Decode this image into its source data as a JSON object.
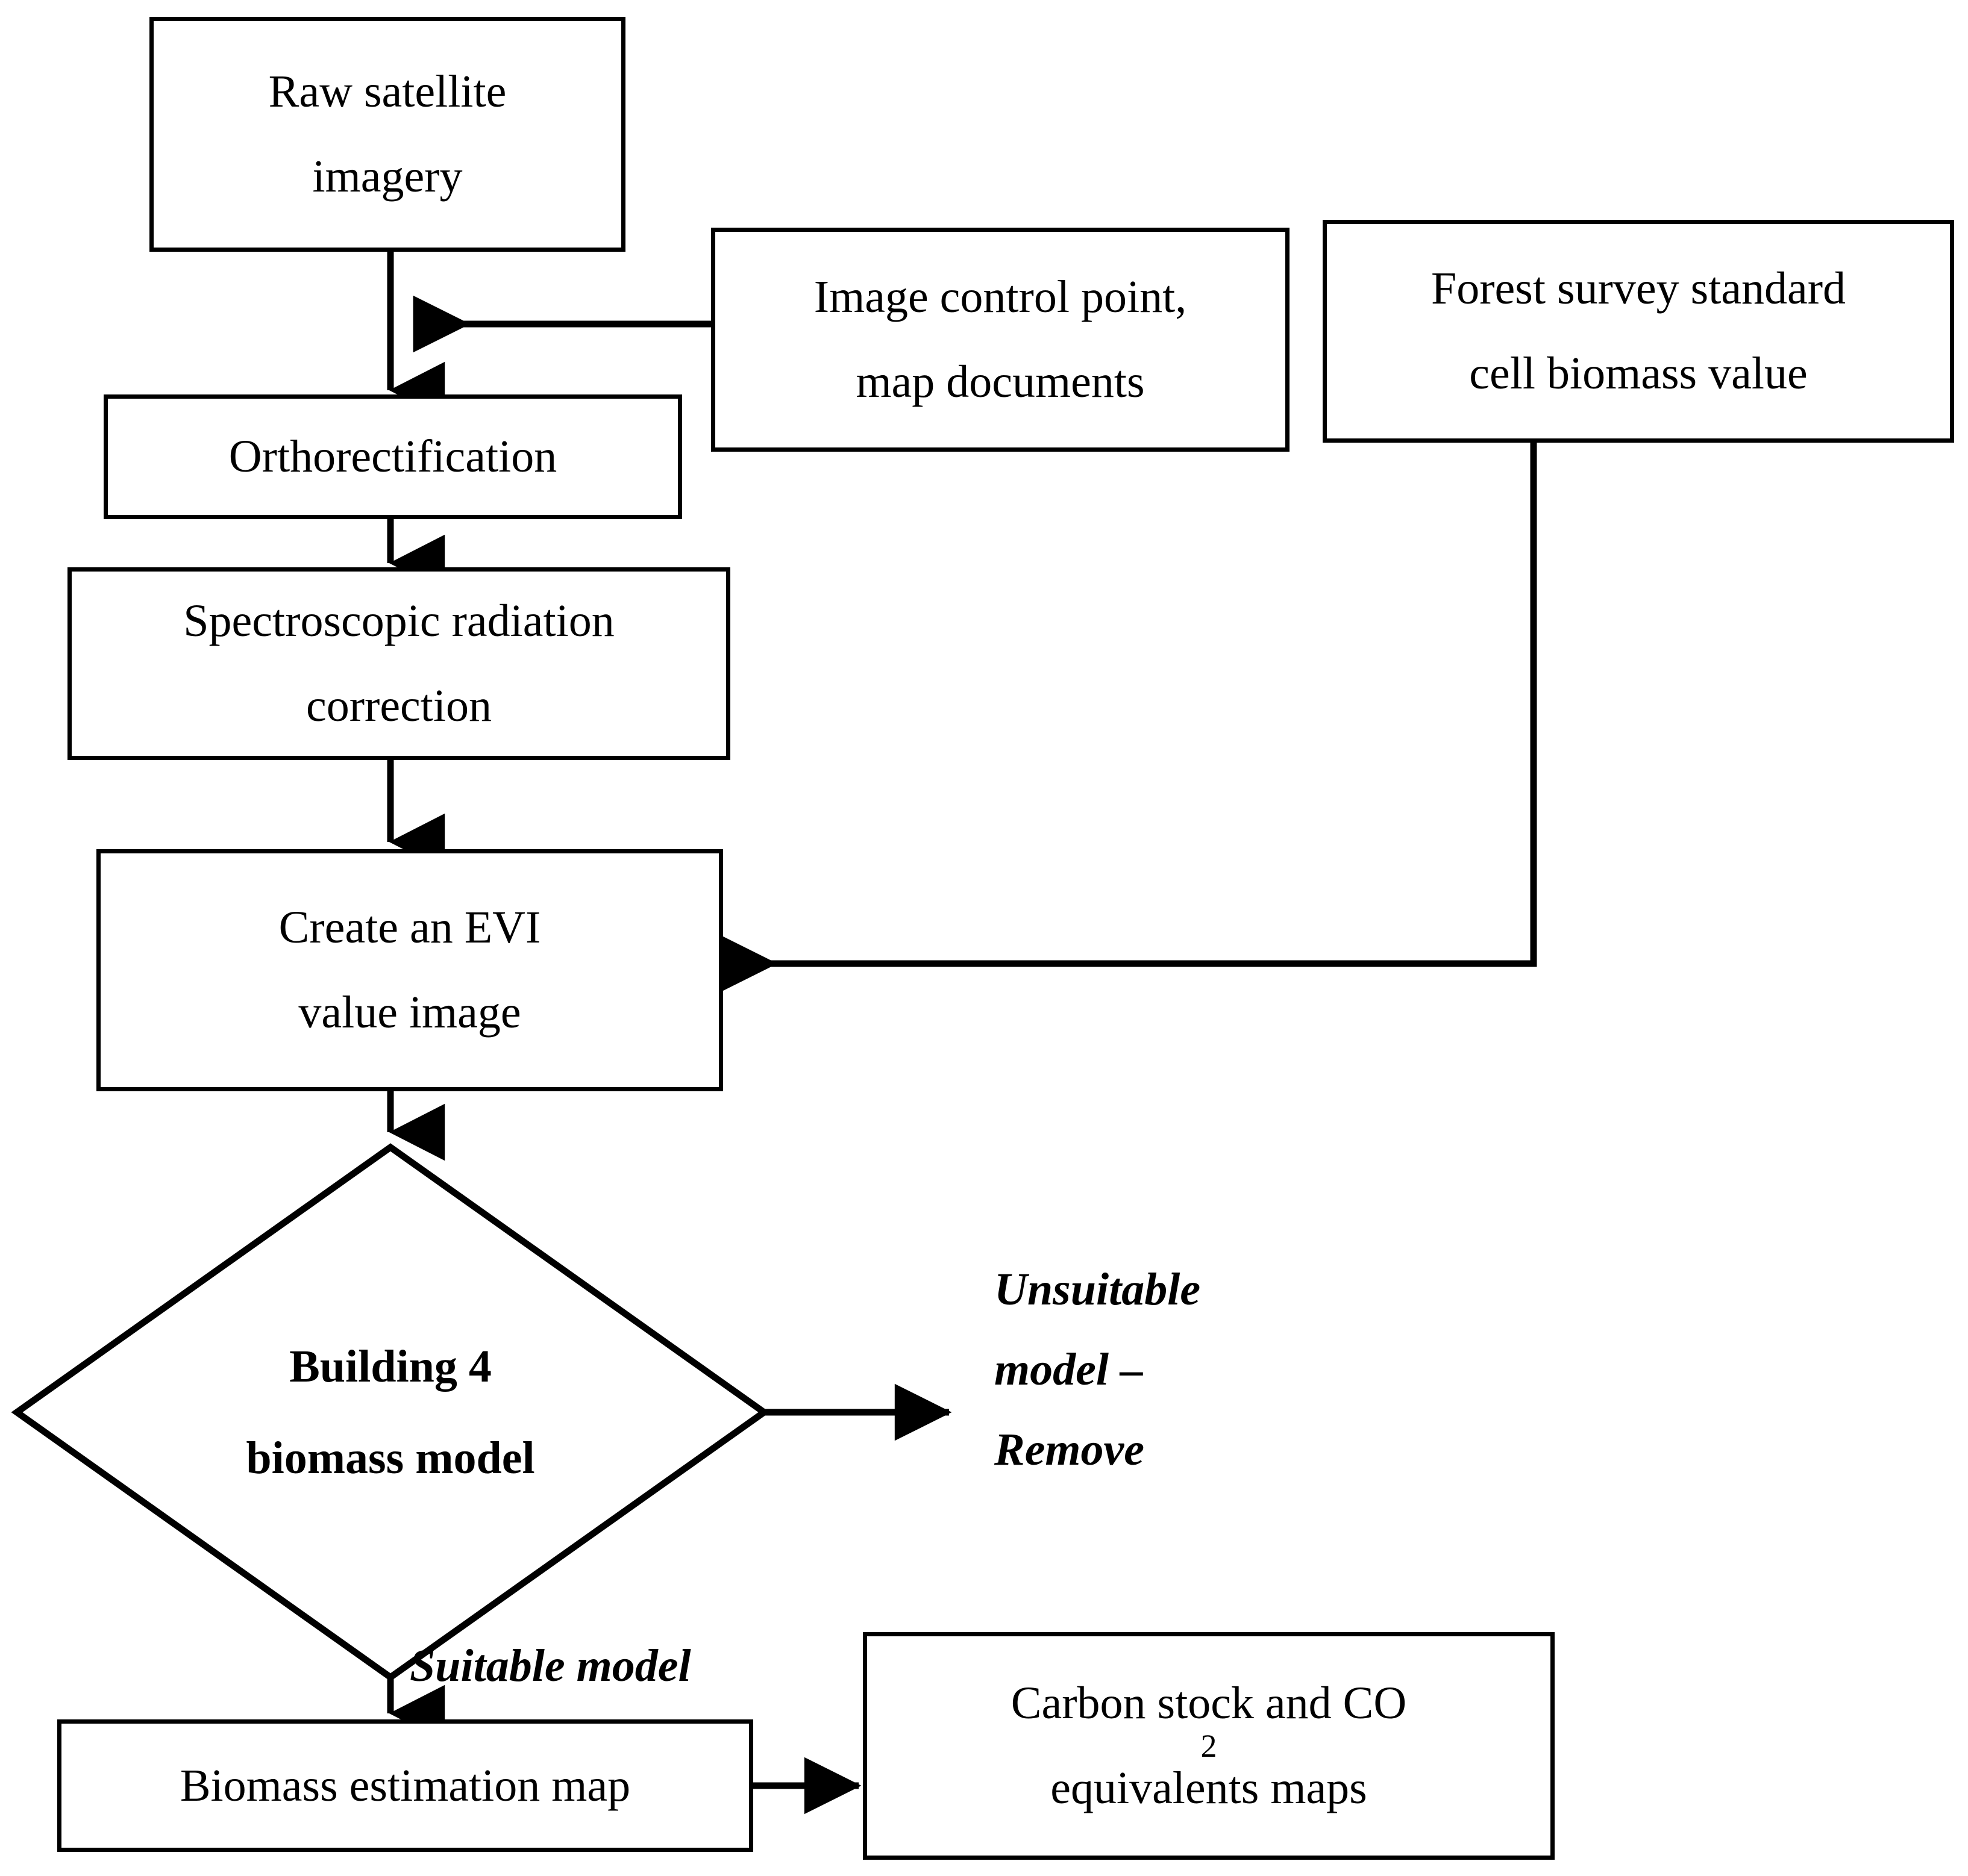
{
  "diagram": {
    "type": "flowchart",
    "title": "Forest biomass estimation workflow",
    "nodes": {
      "raw_imagery": {
        "line1": "Raw satellite",
        "line2": "imagery"
      },
      "image_control": {
        "line1": "Image control point,",
        "line2": "map documents"
      },
      "forest_survey": {
        "line1": "Forest survey standard",
        "line2": "cell biomass value"
      },
      "ortho": {
        "line1": "Orthorectification",
        "line2": ""
      },
      "spectro": {
        "line1": "Spectroscopic radiation",
        "line2": "correction"
      },
      "evi": {
        "line1": "Create an EVI",
        "line2": "value image"
      },
      "decision": {
        "line1": "Building 4",
        "line2": "biomass model"
      },
      "biomass_map": {
        "line1": "Biomass estimation map",
        "line2": ""
      },
      "carbon_map": {
        "line1": "Carbon stock and CO",
        "line1_sub": "2",
        "line2": "equivalents maps"
      }
    },
    "edge_labels": {
      "unsuitable": {
        "line1": "Unsuitable",
        "line2": "model –",
        "line3": "Remove"
      },
      "suitable": {
        "line1": "Suitable model"
      }
    },
    "colors": {
      "stroke": "#000000",
      "fill": "#ffffff"
    }
  }
}
